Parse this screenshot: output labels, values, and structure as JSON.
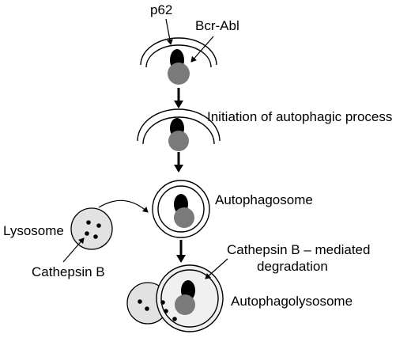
{
  "labels": {
    "p62": "p62",
    "bcr_abl": "Bcr-Abl",
    "initiation": "Initiation of autophagic process",
    "autophagosome": "Autophagosome",
    "lysosome": "Lysosome",
    "cathepsin_b": "Cathepsin B",
    "cathepsin_mediated_line1": "Cathepsin B – mediated",
    "cathepsin_mediated_line2": "degradation",
    "autophagolysosome": "Autophagolysosome"
  },
  "colors": {
    "p62_body": "#000000",
    "bcr_abl_body": "#7a7a7a",
    "lysosome_fill": "#e2e2e2",
    "vesicle_interior": "#f0f0f0",
    "membrane": "#000000",
    "arrow": "#000000"
  }
}
